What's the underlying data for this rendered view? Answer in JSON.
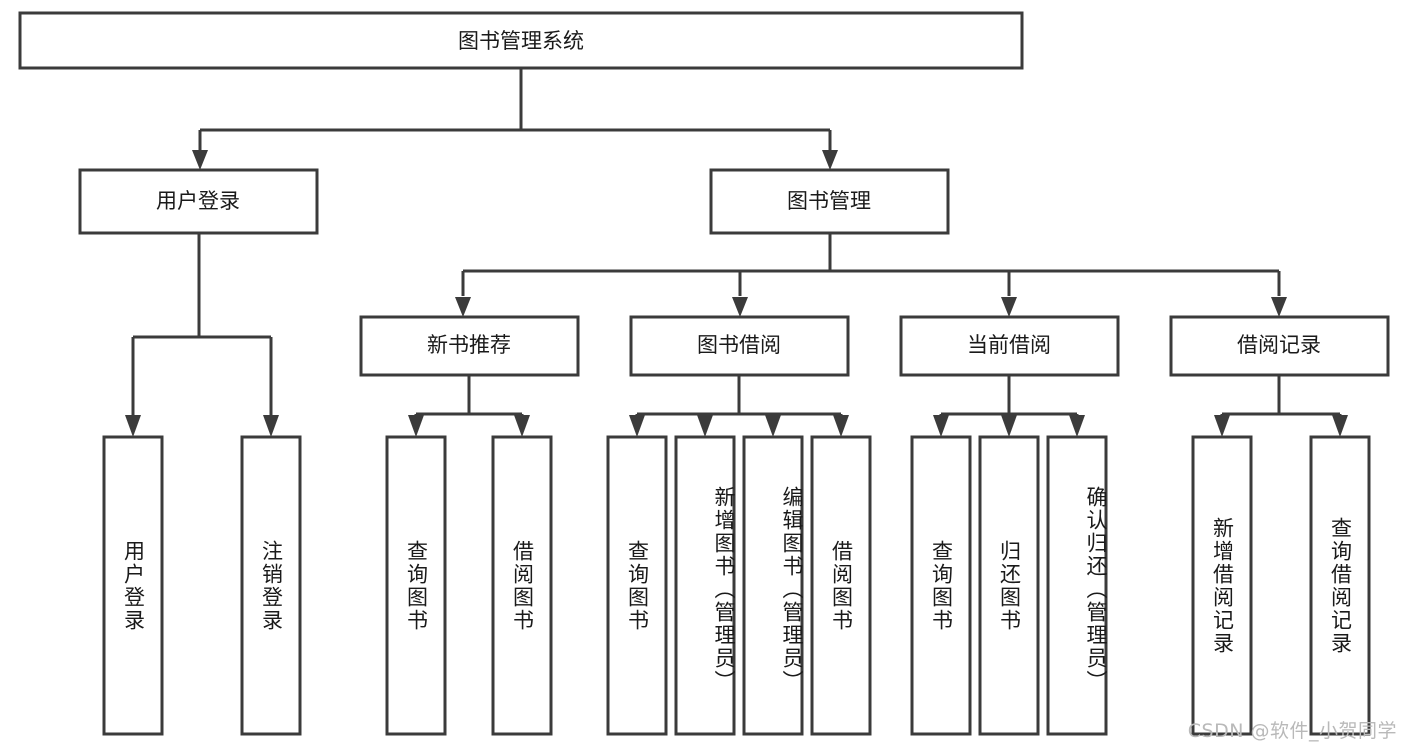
{
  "diagram": {
    "type": "tree",
    "title": "图书管理系统",
    "root": {
      "label": "图书管理系统"
    },
    "level2": [
      {
        "label": "用户登录"
      },
      {
        "label": "图书管理"
      }
    ],
    "level3": [
      {
        "label": "新书推荐"
      },
      {
        "label": "图书借阅"
      },
      {
        "label": "当前借阅"
      },
      {
        "label": "借阅记录"
      }
    ],
    "leaves": {
      "user_login": [
        {
          "label": "用户登录"
        },
        {
          "label": "注销登录"
        }
      ],
      "new_book_recommend": [
        {
          "label": "查询图书"
        },
        {
          "label": "借阅图书"
        }
      ],
      "book_borrow": [
        {
          "label": "查询图书"
        },
        {
          "label": "新增图书（管理员）"
        },
        {
          "label": "编辑图书（管理员）"
        },
        {
          "label": "借阅图书"
        }
      ],
      "current_borrow": [
        {
          "label": "查询图书"
        },
        {
          "label": "归还图书"
        },
        {
          "label": "确认归还（管理员）"
        }
      ],
      "borrow_record": [
        {
          "label": "新增借阅记录"
        },
        {
          "label": "查询借阅记录"
        }
      ]
    }
  },
  "watermark": {
    "text": "CSDN @软件_小贺同学"
  },
  "colors": {
    "box_stroke": "#3b3b3b",
    "box_fill": "#ffffff",
    "text": "#1a1a1a",
    "watermark": "#b9b9b9",
    "background": "#ffffff"
  }
}
